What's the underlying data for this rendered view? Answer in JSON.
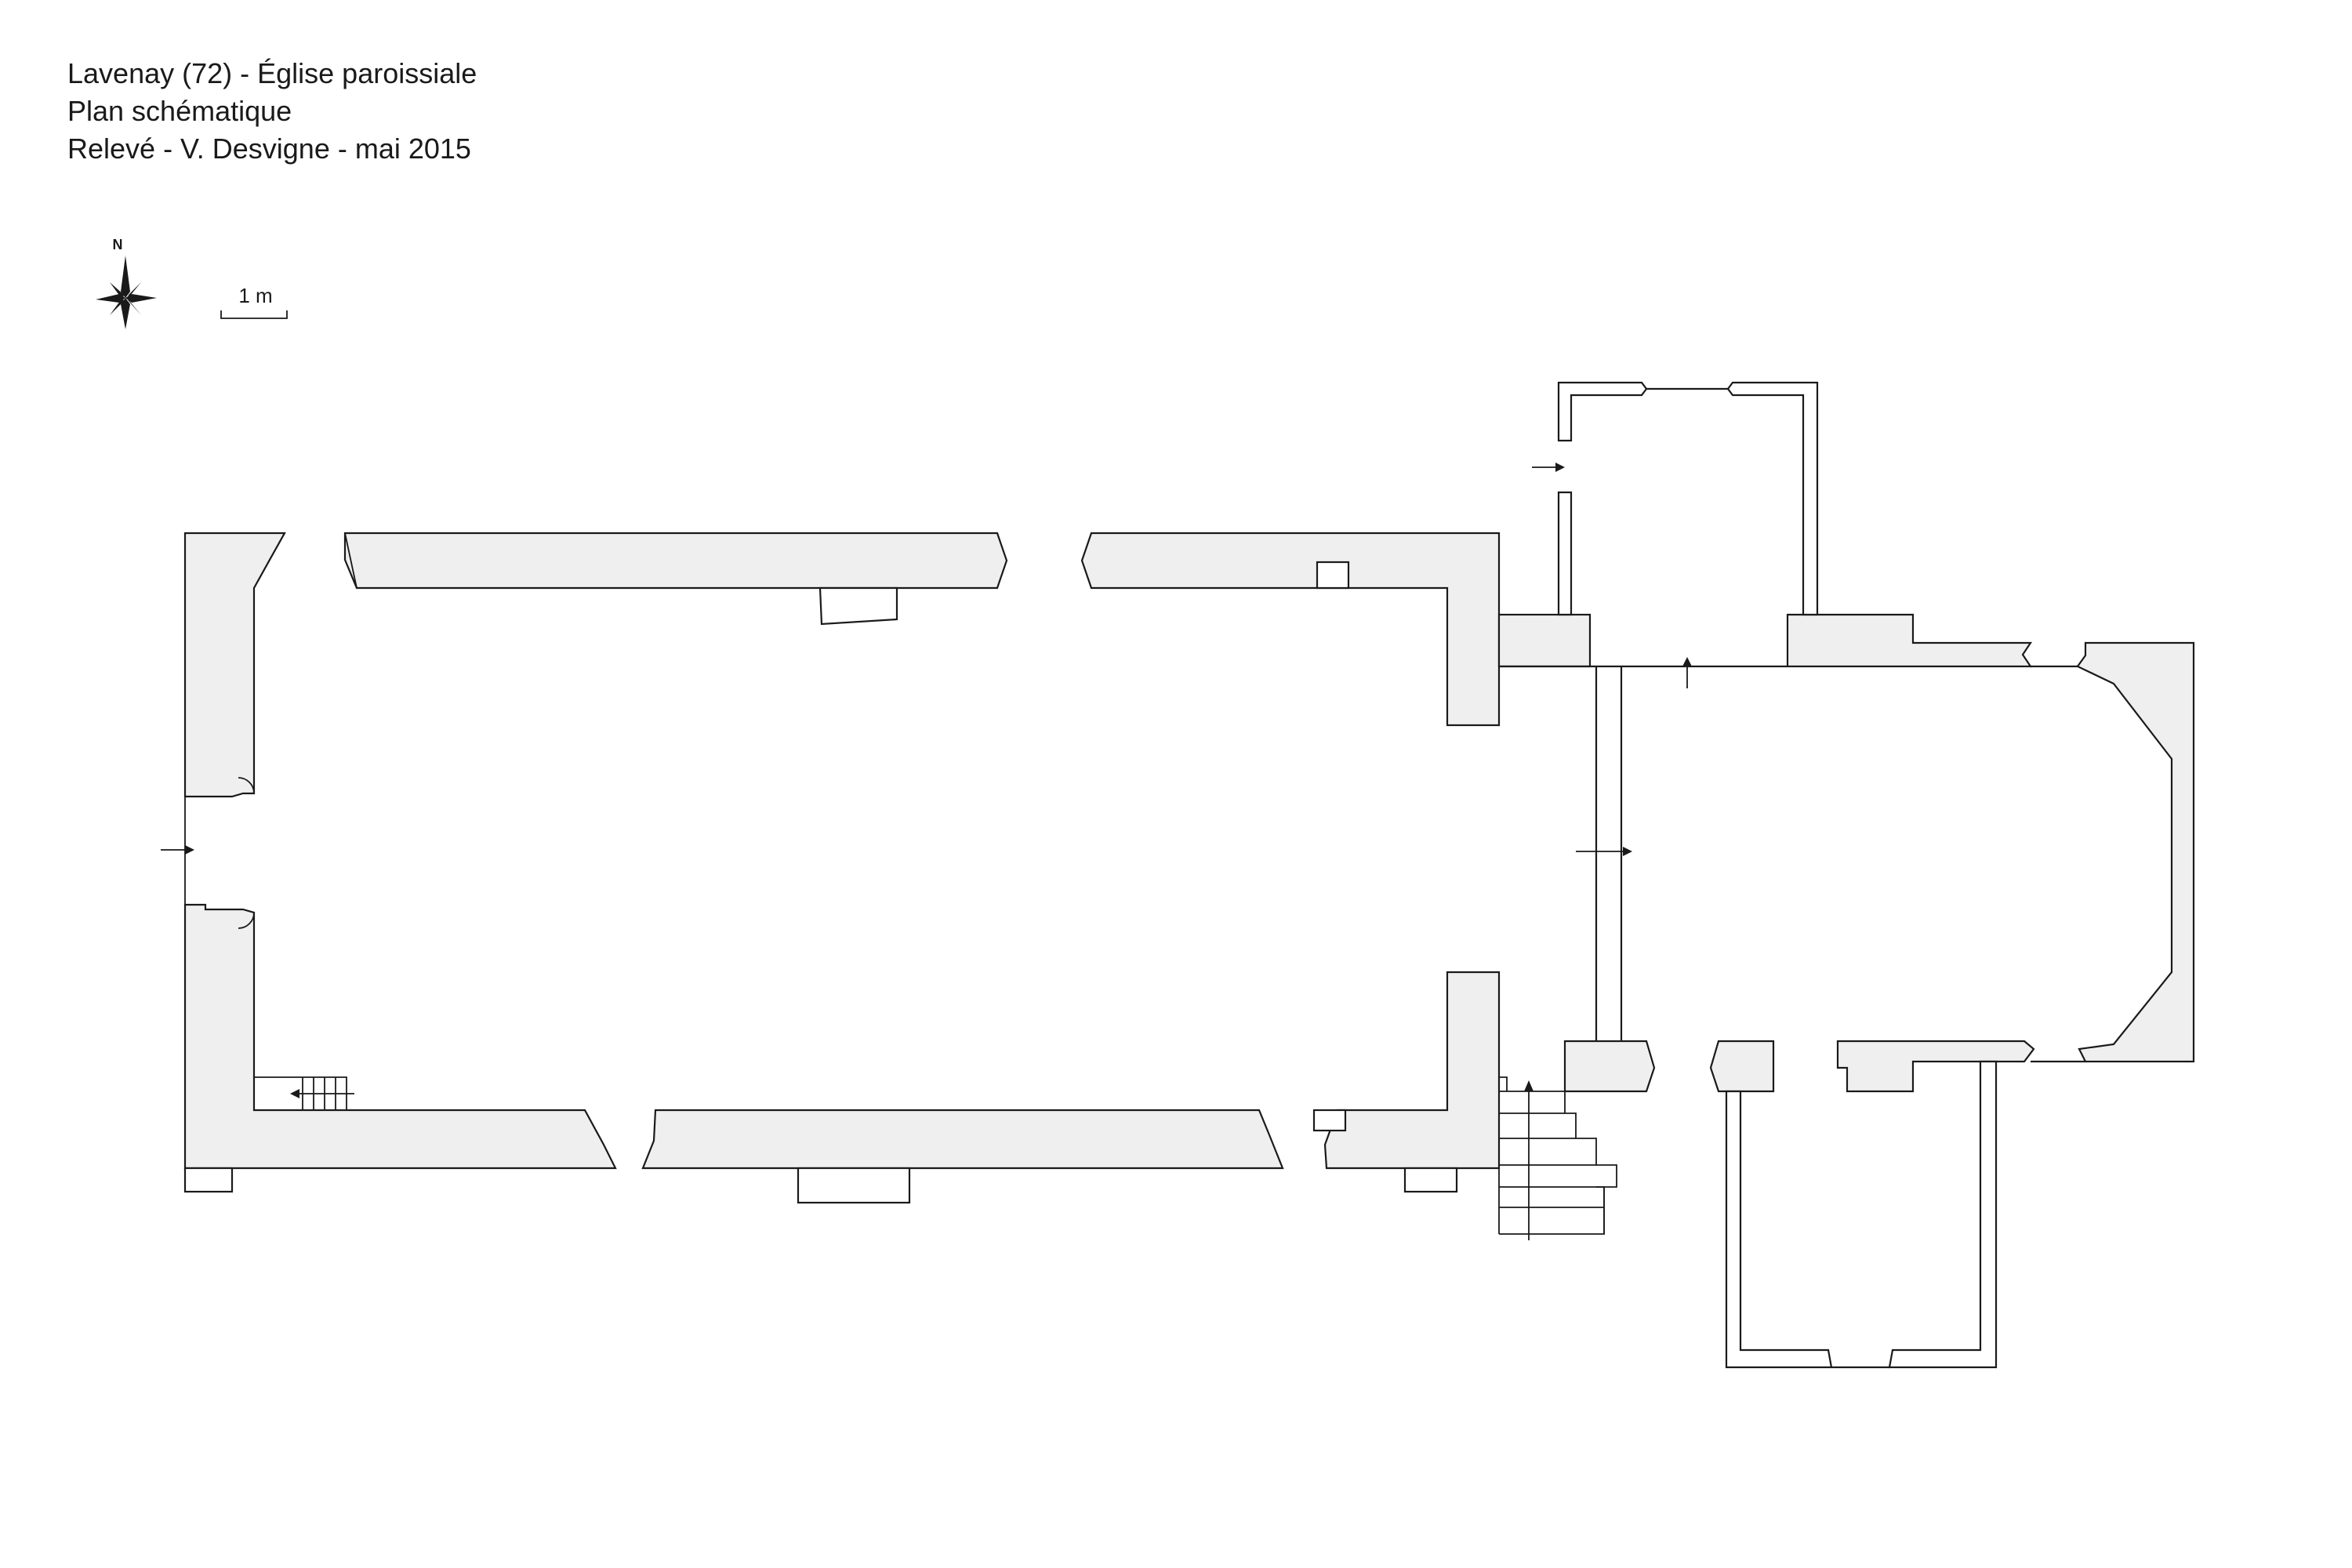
{
  "header": {
    "line1": "Lavenay (72) - Église paroissiale",
    "line2": "Plan schématique",
    "line3": "Relevé - V. Desvigne - mai 2015"
  },
  "compass": {
    "north_label": "N",
    "icon": "compass-rose-icon"
  },
  "scale_bar": {
    "label": "1 m"
  },
  "colors": {
    "wall_fill": "#efefef",
    "stroke": "#1a1a1a",
    "background": "#ffffff"
  }
}
